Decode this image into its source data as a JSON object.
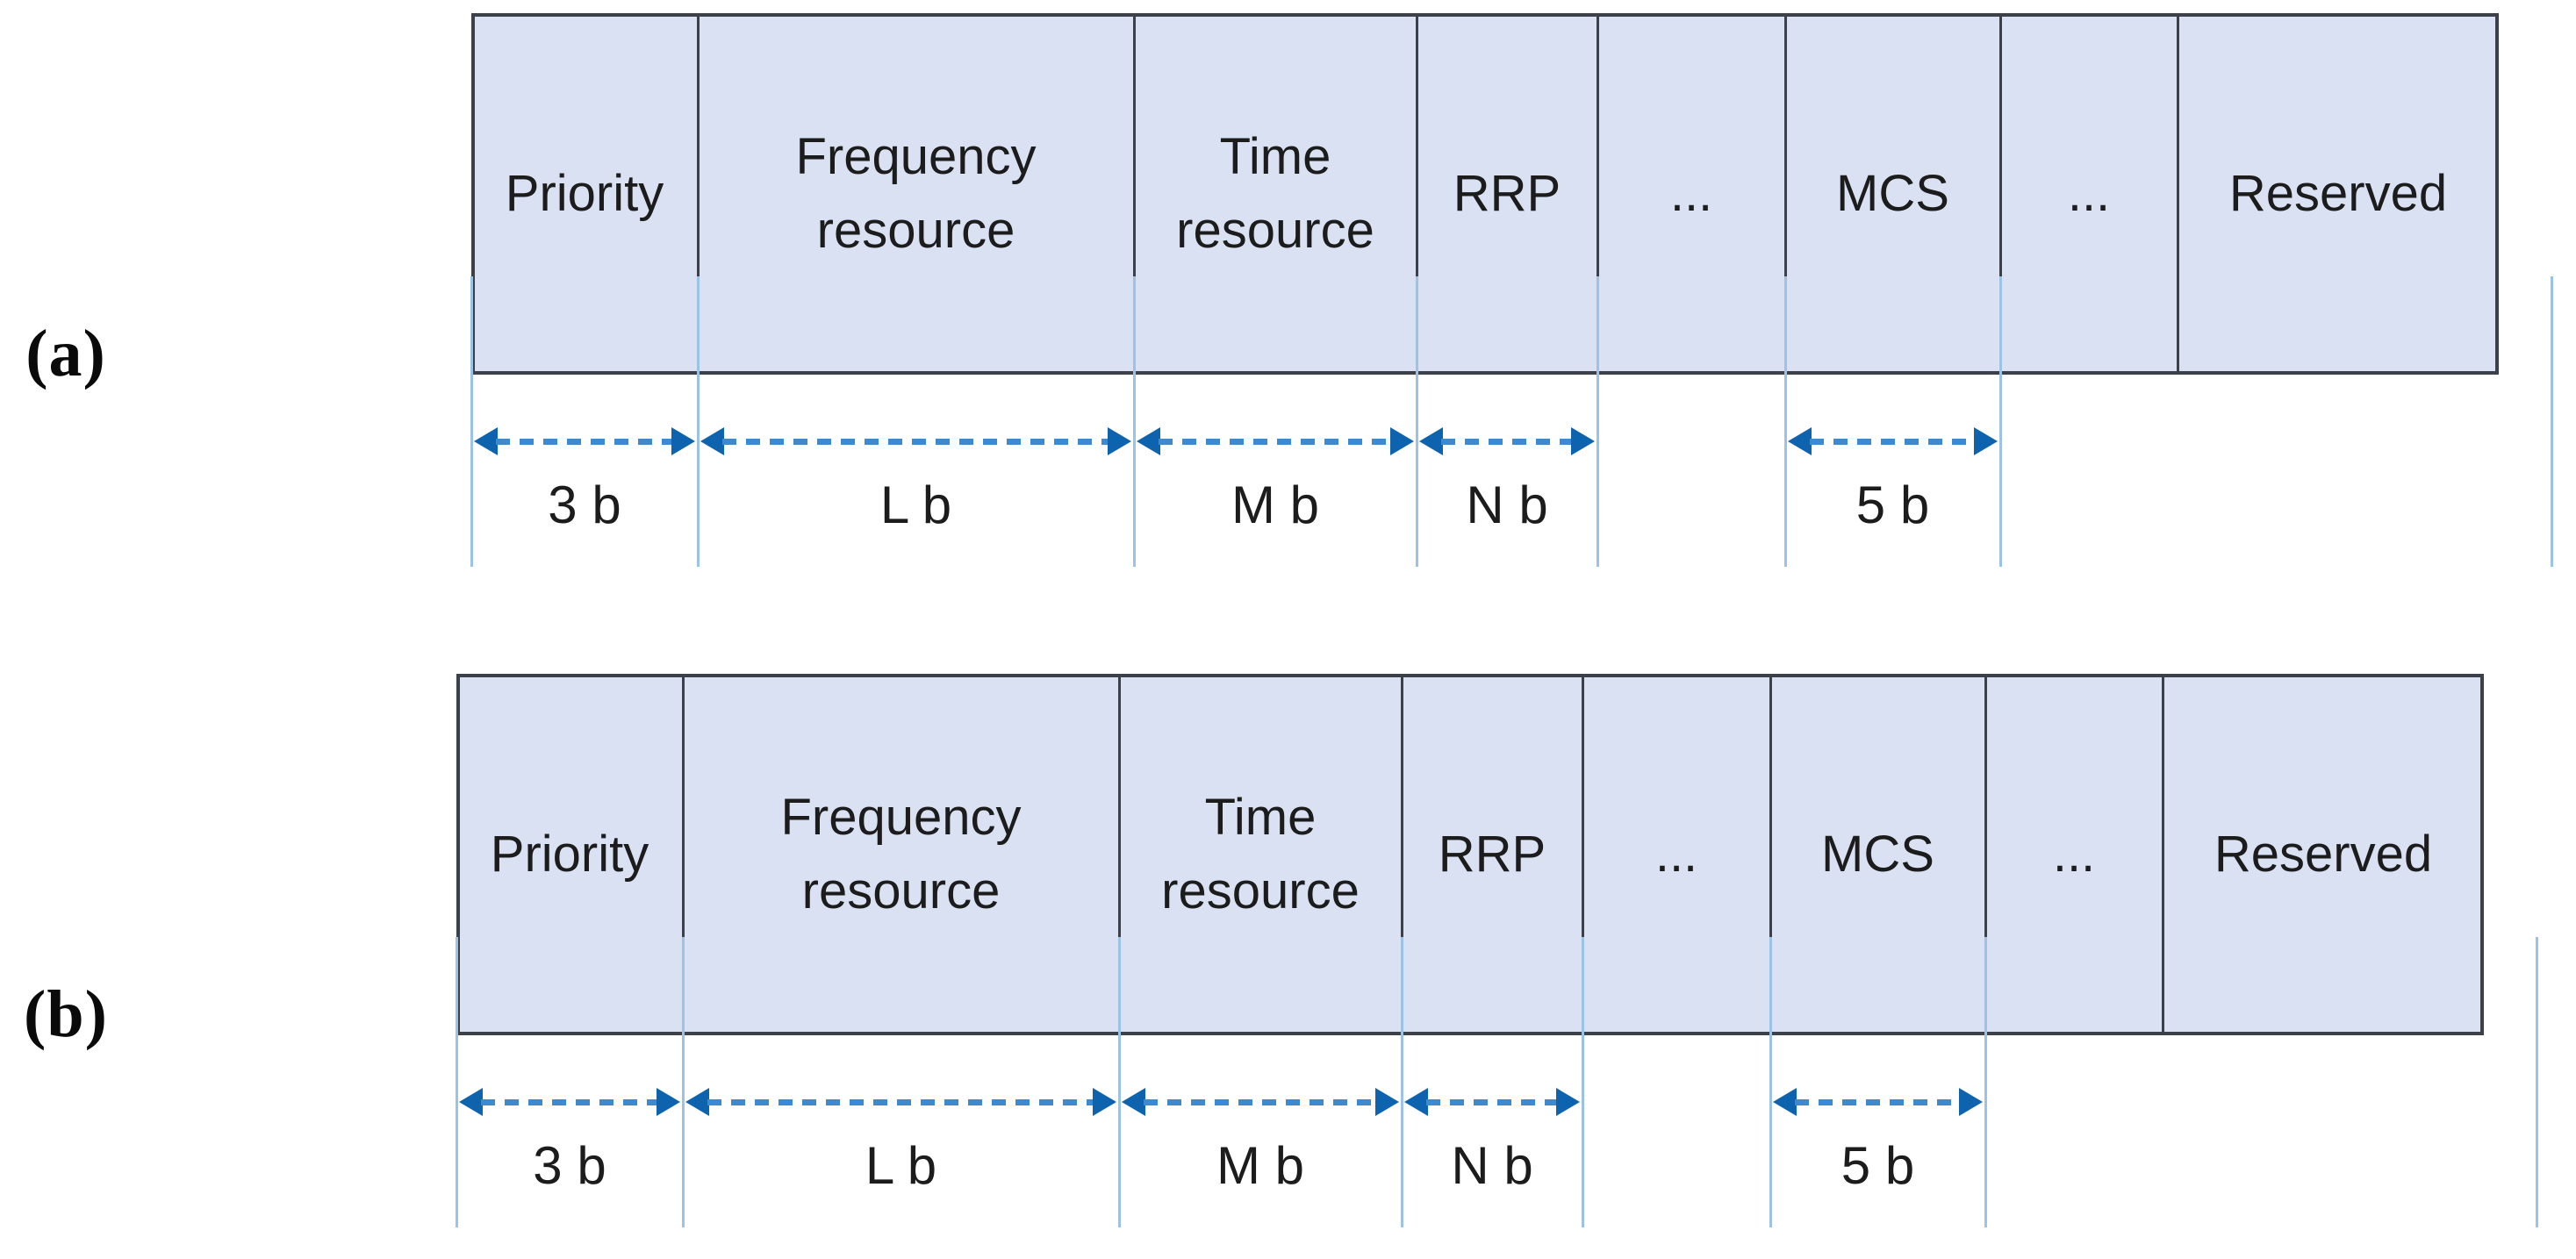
{
  "colors": {
    "cell_fill": "#d9e1f2",
    "cell_border": "#3c4048",
    "guide_line": "#9cc3e6",
    "arrow_dash": "#3e8ad0",
    "arrow_head": "#0d63ad",
    "text": "#1c1c1c"
  },
  "figures": [
    {
      "label": "(a)",
      "fields": [
        {
          "name": "Priority"
        },
        {
          "name": "Frequency resource"
        },
        {
          "name": "Time resource"
        },
        {
          "name": "RRP"
        },
        {
          "name": "..."
        },
        {
          "name": "MCS"
        },
        {
          "name": "..."
        },
        {
          "name": "Reserved"
        }
      ],
      "bit_widths": [
        {
          "cell": 0,
          "text": "3 b"
        },
        {
          "cell": 1,
          "text": "L b"
        },
        {
          "cell": 2,
          "text": "M b"
        },
        {
          "cell": 3,
          "text": "N b"
        },
        {
          "cell": 5,
          "text": "5 b"
        }
      ]
    },
    {
      "label": "(b)",
      "fields": [
        {
          "name": "Priority"
        },
        {
          "name": "Frequency resource"
        },
        {
          "name": "Time resource"
        },
        {
          "name": "RRP"
        },
        {
          "name": "..."
        },
        {
          "name": "MCS"
        },
        {
          "name": "..."
        },
        {
          "name": "Reserved"
        }
      ],
      "bit_widths": [
        {
          "cell": 0,
          "text": "3 b"
        },
        {
          "cell": 1,
          "text": "L b"
        },
        {
          "cell": 2,
          "text": "M b"
        },
        {
          "cell": 3,
          "text": "N b"
        },
        {
          "cell": 5,
          "text": "5 b"
        }
      ]
    }
  ]
}
